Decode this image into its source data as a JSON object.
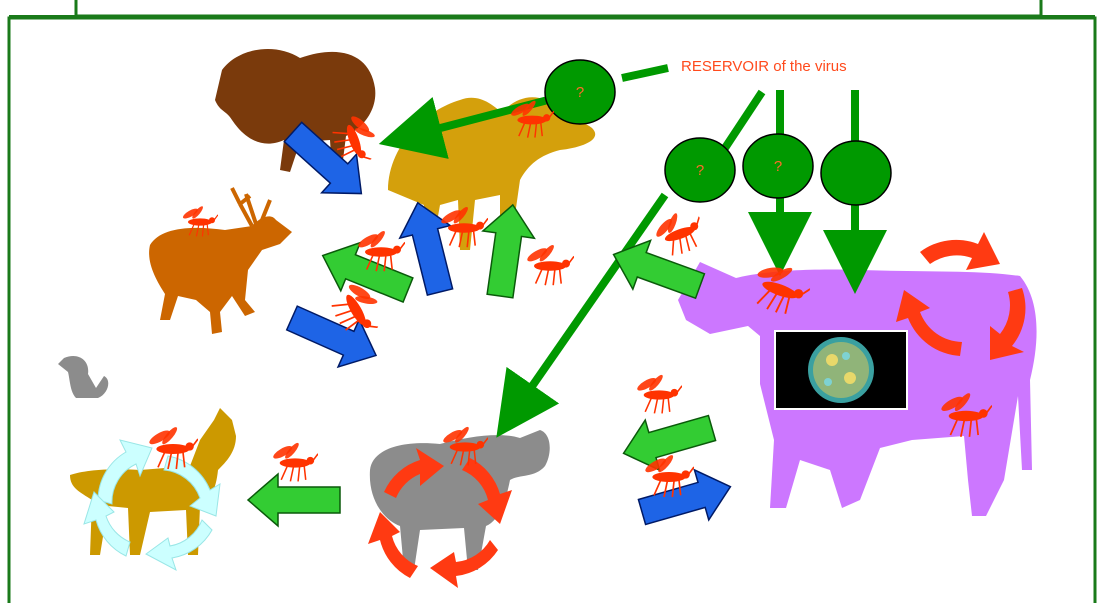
{
  "reservoir_label": "RESERVOIR of the virus",
  "question_mark": "?",
  "nodes": [
    {
      "name": "reservoir-node-top",
      "label": "?"
    },
    {
      "name": "reservoir-node-1",
      "label": "?"
    },
    {
      "name": "reservoir-node-2",
      "label": "?"
    },
    {
      "name": "reservoir-node-3",
      "label": ""
    }
  ],
  "animals": [
    "bison",
    "camel",
    "deer",
    "cow",
    "sheep",
    "goat",
    "rodent"
  ],
  "legend_colors": {
    "reservoir": "#009900",
    "transmission_blue": "#1e64e6",
    "transmission_green": "#33cc33",
    "replication_cycle": "#ff3a12",
    "goat_cycle": "#ccffff",
    "vector": "#ff3300",
    "cow": "#cc77ff",
    "sheep": "#8c8c8c",
    "bison": "#7a3a0c",
    "camel": "#d4a00c",
    "deer": "#cc6600",
    "goat": "#cc9900"
  }
}
